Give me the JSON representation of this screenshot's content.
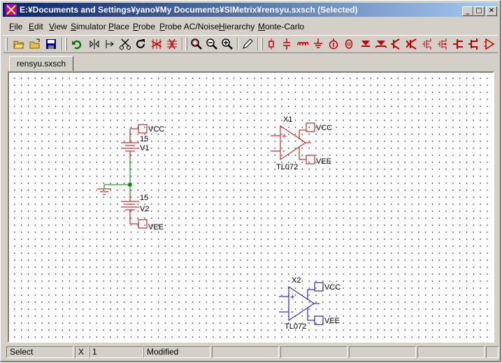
{
  "window": {
    "title": "E:¥Documents and Settings¥yano¥My Documents¥SIMetrix¥rensyu.sxsch (Selected)"
  },
  "caption_buttons": {
    "minimize": "_",
    "maximize": "□",
    "close": "✕"
  },
  "menu": [
    "File",
    "Edit",
    "View",
    "Simulator",
    "Place",
    "Probe",
    "Probe AC/Noise",
    "Hierarchy",
    "Monte-Carlo"
  ],
  "tabs": [
    {
      "label": "rensyu.sxsch"
    }
  ],
  "schematic": {
    "v1": {
      "value": "15",
      "name": "V1",
      "vcc_label": "VCC"
    },
    "v2": {
      "value": "15",
      "name": "V2",
      "vee_label": "VEE"
    },
    "x1": {
      "ref": "X1",
      "model": "TL072",
      "vcc_label": "VCC",
      "vee_label": "VEE",
      "plus": "+",
      "minus": "-"
    },
    "x2": {
      "ref": "X2",
      "model": "TL072",
      "vcc_label": "VCC",
      "vee_label": "VEE",
      "plus": "+",
      "minus": "-"
    }
  },
  "colors": {
    "selected": "#c00000",
    "normal": "#0000c0",
    "wire": "#008000"
  },
  "status": {
    "mode": "Select",
    "coord_label": "X",
    "coord_value": "1",
    "state": "Modified"
  }
}
